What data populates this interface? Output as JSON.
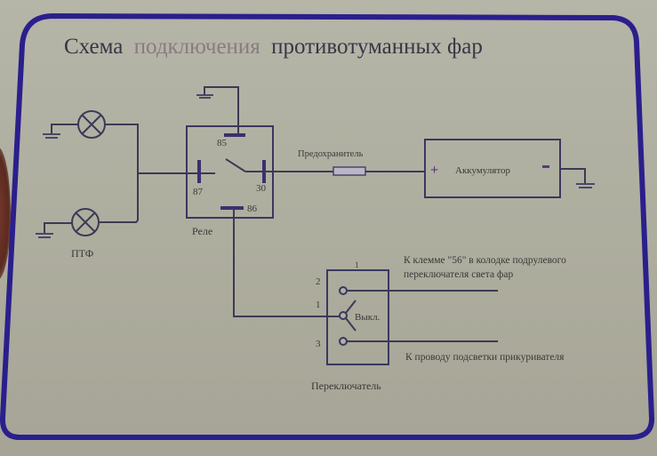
{
  "title": {
    "part1": "Схема",
    "part2": "подключения",
    "part3": "противотуманных фар"
  },
  "lamps": {
    "label": "ПТФ",
    "count": 2
  },
  "relay": {
    "label": "Реле",
    "pins": {
      "p85": "85",
      "p87": "87",
      "p30": "30",
      "p86": "86"
    }
  },
  "fuse": {
    "label": "Предохранитель"
  },
  "battery": {
    "label": "Аккумулятор",
    "plus": "+",
    "minus": "−"
  },
  "switch": {
    "label": "Переключатель",
    "state_label": "Выкл.",
    "pins": {
      "p1": "1",
      "p2": "2",
      "p3": "3",
      "top_mark": "1"
    }
  },
  "connections": {
    "to_56": "К клемме \"56\" в колодке подрулевого",
    "to_56_line2": "переключателя света фар",
    "to_lighter": "К проводу подсветки прикуривателя"
  },
  "colors": {
    "frame": "#2a1f8c",
    "paper": "#b0b0a3",
    "ink": "#3a3838"
  }
}
